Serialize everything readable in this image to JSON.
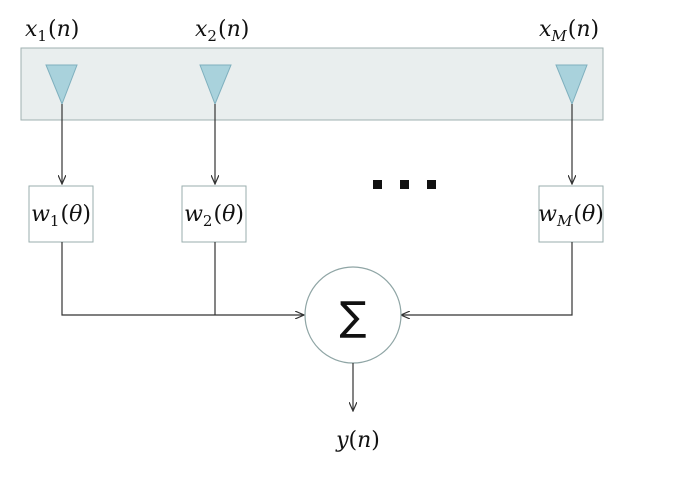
{
  "inputs": [
    {
      "base": "x",
      "sub": "1",
      "arg": "n"
    },
    {
      "base": "x",
      "sub": "2",
      "arg": "n"
    },
    {
      "base": "x",
      "sub": "M",
      "arg": "n"
    }
  ],
  "weights": [
    {
      "base": "w",
      "sub": "1",
      "arg": "θ"
    },
    {
      "base": "w",
      "sub": "2",
      "arg": "θ"
    },
    {
      "base": "w",
      "sub": "M",
      "arg": "θ"
    }
  ],
  "summer": {
    "symbol": "∑"
  },
  "output": {
    "base": "y",
    "arg": "n"
  },
  "colors": {
    "array_fill": "#e9eeee",
    "array_stroke": "#9fb0b0",
    "sensor_fill": "#a9d2dc",
    "sensor_stroke": "#7fb0be",
    "box_stroke": "#9aaeae",
    "summer_stroke": "#8fa5a5",
    "wire": "#333333"
  }
}
